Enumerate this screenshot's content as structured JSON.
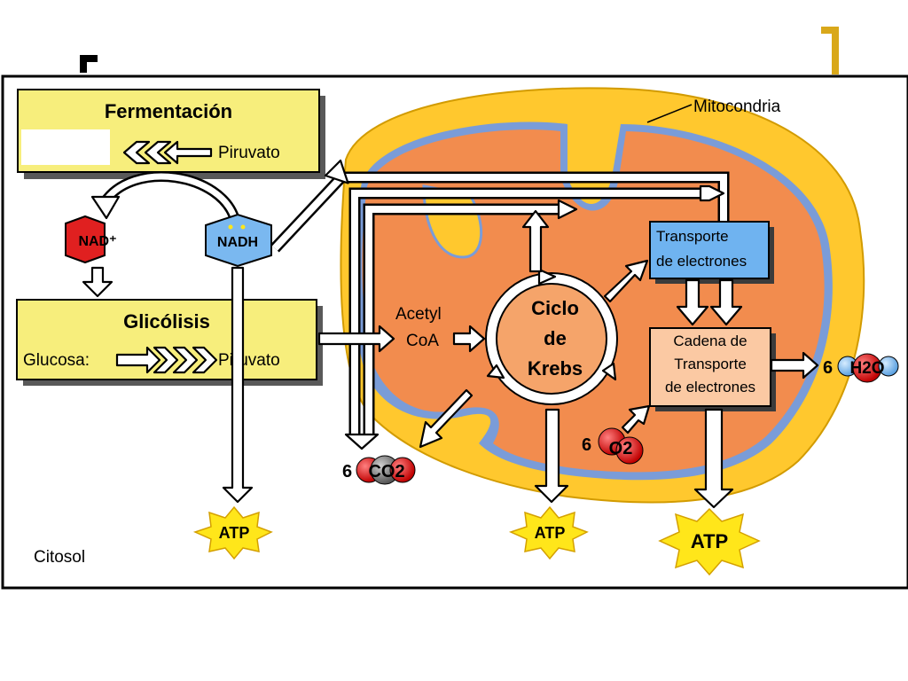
{
  "diagram": {
    "fermentation_title": "Fermentación",
    "fermentation_pyruvate": "Piruvato",
    "nad_plus": "NAD⁺",
    "nadh": "NADH",
    "glycolysis_title": "Glicólisis",
    "glucose": "Glucosa:",
    "glycolysis_pyruvate": "Piruvato",
    "acetyl_line1": "Acetyl",
    "acetyl_line2": "CoA",
    "krebs_line1": "Ciclo",
    "krebs_line2": "de",
    "krebs_line3": "Krebs",
    "mitochondria": "Mitocondria",
    "transport_line1": "Transporte",
    "transport_line2": "de electrones",
    "chain_line1": "Cadena de",
    "chain_line2": "Transporte",
    "chain_line3": "de electrones",
    "co2_coef": "6",
    "co2": "CO2",
    "o2_coef": "6",
    "o2": "O2",
    "h2o_coef": "6",
    "h2o": "H2O",
    "atp_left": "ATP",
    "atp_middle": "ATP",
    "atp_right": "ATP",
    "cytosol": "Citosol"
  },
  "colors": {
    "box_yellow": "#F7EE7C",
    "membrane_yellow": "#FFC82E",
    "matrix_orange": "#F28C4E",
    "inner_edge_blue": "#7A9CD8",
    "krebs_fill": "#F5A46A",
    "transport_blue": "#6FB3F0",
    "chain_peach": "#FBC9A3",
    "nad_red": "#E02020",
    "nadh_blue": "#7AB8F0",
    "atp_yellow": "#FFE61A",
    "corner_gold": "#D9A81A"
  }
}
